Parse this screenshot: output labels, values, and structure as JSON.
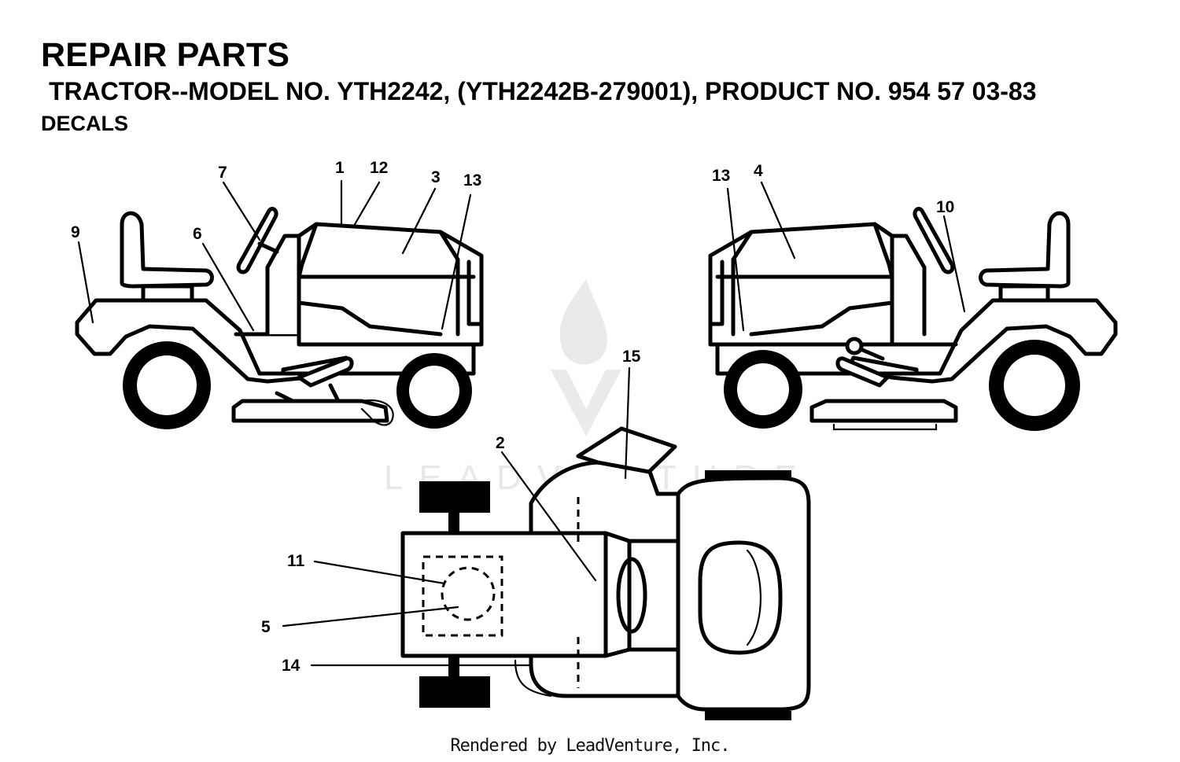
{
  "header": {
    "title": "REPAIR PARTS",
    "subtitle": "TRACTOR--MODEL NO. YTH2242, (YTH2242B-279001), PRODUCT NO. 954 57 03-83",
    "section": "DECALS"
  },
  "callouts": {
    "c1": "1",
    "c2": "2",
    "c3": "3",
    "c4": "4",
    "c5": "5",
    "c6": "6",
    "c7": "7",
    "c9": "9",
    "c10": "10",
    "c11": "11",
    "c12": "12",
    "c13a": "13",
    "c13b": "13",
    "c14": "14",
    "c15": "15"
  },
  "watermark": "LEADVENTURE",
  "footer": "Rendered by LeadVenture, Inc."
}
